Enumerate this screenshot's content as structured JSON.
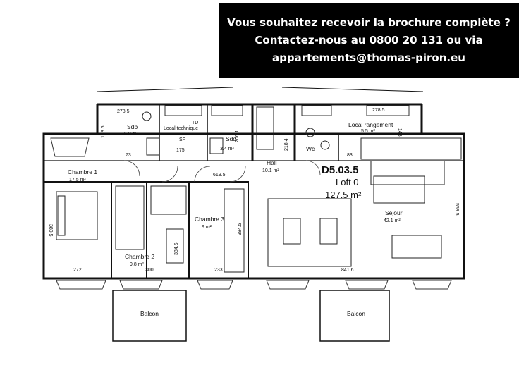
{
  "banner": {
    "line1": "Vous souhaitez recevoir la brochure complète ?",
    "line2": "Contactez-nous au 0800 20 131 ou via",
    "line3": "appartements@thomas-piron.eu"
  },
  "unit": {
    "code": "D5.03.5",
    "name": "Loft 0",
    "area": "127.5 m²"
  },
  "rooms": {
    "sdb1": {
      "name": "Sdb",
      "area": "5.8 m²"
    },
    "local_technique": {
      "name": "Local technique"
    },
    "sdd": {
      "name": "Sdd",
      "area": "3.4 m²"
    },
    "hall": {
      "name": "Hall",
      "area": "10.1 m²"
    },
    "local_rangement": {
      "name": "Local rangement",
      "area": "5.5 m²"
    },
    "wc": {
      "name": "Wc"
    },
    "chambre1": {
      "name": "Chambre 1",
      "area": "17.5 m²"
    },
    "chambre2": {
      "name": "Chambre 2",
      "area": "9.8 m²"
    },
    "chambre3": {
      "name": "Chambre 3",
      "area": "9 m²"
    },
    "sejour": {
      "name": "Séjour",
      "area": "42.1 m²"
    },
    "balcon1": {
      "name": "Balcon"
    },
    "balcon2": {
      "name": "Balcon"
    }
  },
  "dimensions": {
    "d278a": "278.5",
    "d278b": "278.5",
    "d175": "175",
    "d2061": "206.1",
    "d218": "218.4",
    "d619": "619.5",
    "d389": "389.5",
    "d384a": "384.5",
    "d384b": "384.5",
    "d559": "559.5",
    "d272": "272",
    "d300": "300",
    "d233": "233",
    "d841": "841.6",
    "d143": "143",
    "d73": "73",
    "d83": "83",
    "d1485": "148.5",
    "td": "TD",
    "sf": "SF"
  }
}
